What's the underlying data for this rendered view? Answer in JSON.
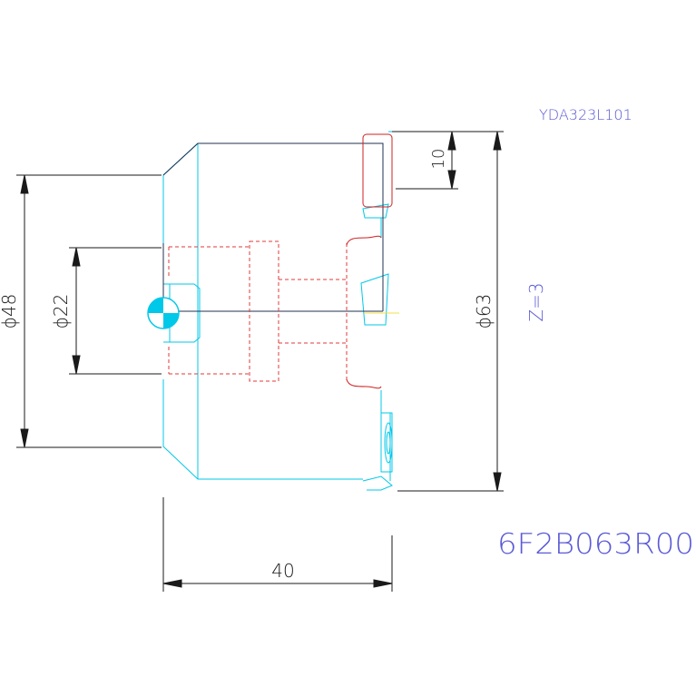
{
  "drawing": {
    "reference_code": "YDA323L101",
    "part_number": "6F2B063R00",
    "tooth_count": "Z=3",
    "dimensions": {
      "bore_outer": "ϕ48",
      "bore_inner": "ϕ22",
      "cutter_diameter": "ϕ63",
      "insert_height": "10",
      "body_length": "40"
    }
  },
  "colors": {
    "background": "#ffffff",
    "dimension_line": "#1a1a1a",
    "body_outline": "#00c8e8",
    "hidden_line": "#e03a3a",
    "annotation": "#5a5ad6",
    "center_mark": "#00c8e8"
  }
}
